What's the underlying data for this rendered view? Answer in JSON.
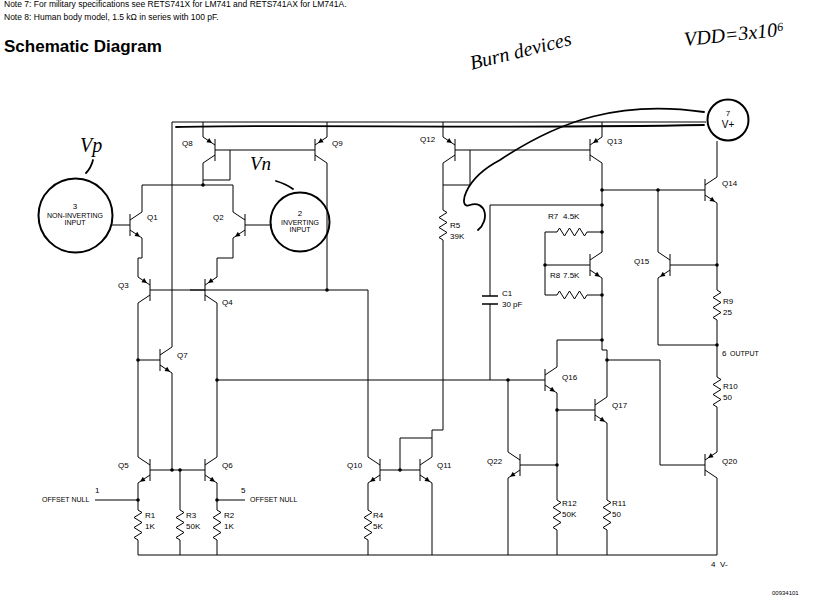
{
  "diagram": {
    "title": "Schematic Diagram",
    "nodes": [
      {
        "text": [
          "3",
          "NON-INVERTING INPUT"
        ]
      },
      {
        "text": [
          "2",
          "INVERTING INPUT"
        ]
      },
      {
        "text": [
          "7",
          "V+"
        ]
      }
    ],
    "labels": [
      "Note 7: For military specifications see RETS741X for LM741 and RETS741AX for LM741A.",
      "Note 8: Human body model, 1.5 kΩ in series with 100 pF.",
      "Vp",
      "Vn",
      "Burn devices",
      "VDD=3x10⁶",
      "Q1",
      "Q2",
      "Q3",
      "Q4",
      "Q5",
      "Q6",
      "Q7",
      "Q8",
      "Q9",
      "Q10",
      "Q11",
      "Q12",
      "Q13",
      "Q14",
      "Q15",
      "Q16",
      "Q17",
      "Q22",
      "Q20",
      "R1",
      "1K",
      "R3",
      "50K",
      "R2",
      "1K",
      "R4",
      "5K",
      "R5",
      "39K",
      "C1",
      "30 pF",
      "R7",
      "4.5K",
      "R8",
      "7.5K",
      "R9",
      "25",
      "R10",
      "50",
      "R12",
      "50K",
      "R11",
      "50",
      "1",
      "OFFSET NULL",
      "5",
      "OFFSET NULL",
      "6",
      "OUTPUT",
      "4",
      "V-",
      "00934101"
    ]
  }
}
